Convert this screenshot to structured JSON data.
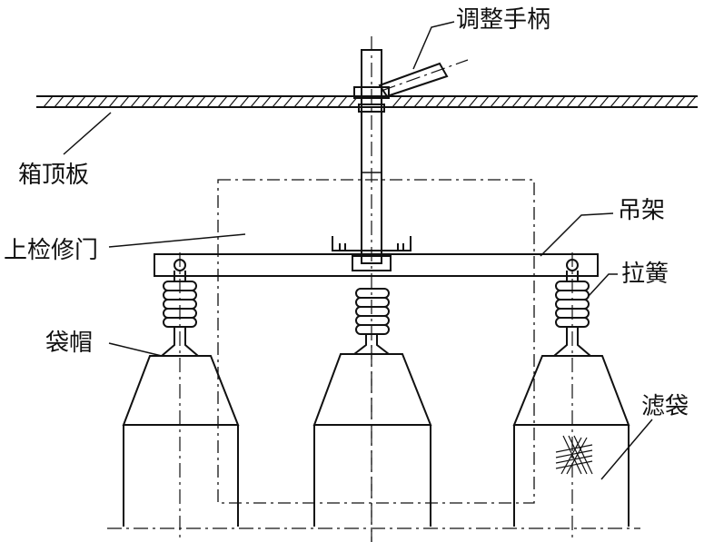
{
  "labels": {
    "handle": "调整手柄",
    "roof": "箱顶板",
    "hanger": "吊架",
    "door": "上检修门",
    "spring": "拉簧",
    "cap": "袋帽",
    "bag": "滤袋"
  }
}
